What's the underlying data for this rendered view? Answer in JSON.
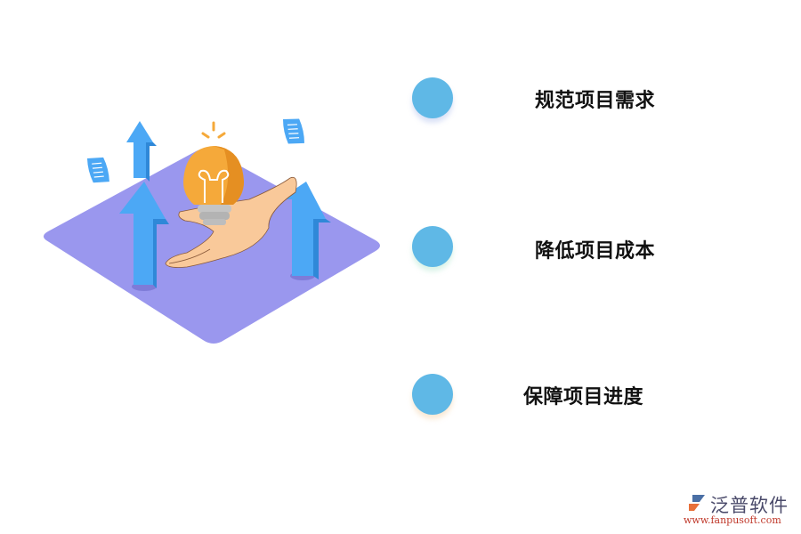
{
  "illustration": {
    "description": "hand holding light bulb on purple isometric platform with blue upward arrows and floating documents",
    "colors": {
      "platform": "#9a97ee",
      "arrow": "#4ca8f5",
      "bulb": "#f5a93a",
      "hand": "#f9c99a",
      "document": "#4ca8f5"
    }
  },
  "items": [
    {
      "label": "规范项目需求",
      "dot_color": "#5fb8e6"
    },
    {
      "label": "降低项目成本",
      "dot_color": "#5fb8e6"
    },
    {
      "label": "保障项目进度",
      "dot_color": "#5fb8e6"
    }
  ],
  "logo": {
    "name": "泛普软件",
    "url": "www.fanpusoft.com"
  }
}
